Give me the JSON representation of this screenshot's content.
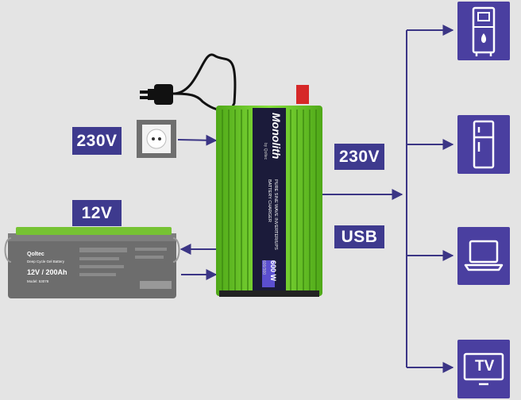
{
  "labels": {
    "ac_input": "230V",
    "battery": "12V",
    "ac_output": "230V",
    "usb": "USB"
  },
  "inverter": {
    "brand": "Monolith",
    "sub_brand": "by Qoltec",
    "line1": "PURE SINE WAVE INVERTER/UPS",
    "line2": "BATTERY CHARGER",
    "power": "600 W",
    "model": "600/300"
  },
  "battery": {
    "brand": "Qoltec",
    "type": "Deep Cycle Gel Battery",
    "rating": "12V / 200Ah",
    "model": "Model: 53078"
  },
  "devices": [
    {
      "name": "boiler",
      "icon": "boiler-icon"
    },
    {
      "name": "fridge",
      "icon": "fridge-icon"
    },
    {
      "name": "laptop",
      "icon": "laptop-icon"
    },
    {
      "name": "tv",
      "icon": "tv-icon",
      "label": "TV"
    }
  ],
  "colors": {
    "accent": "#3e3a8e",
    "line": "#3b3585",
    "inverter": "#6fce2c",
    "battery": "#6b6b6b"
  }
}
